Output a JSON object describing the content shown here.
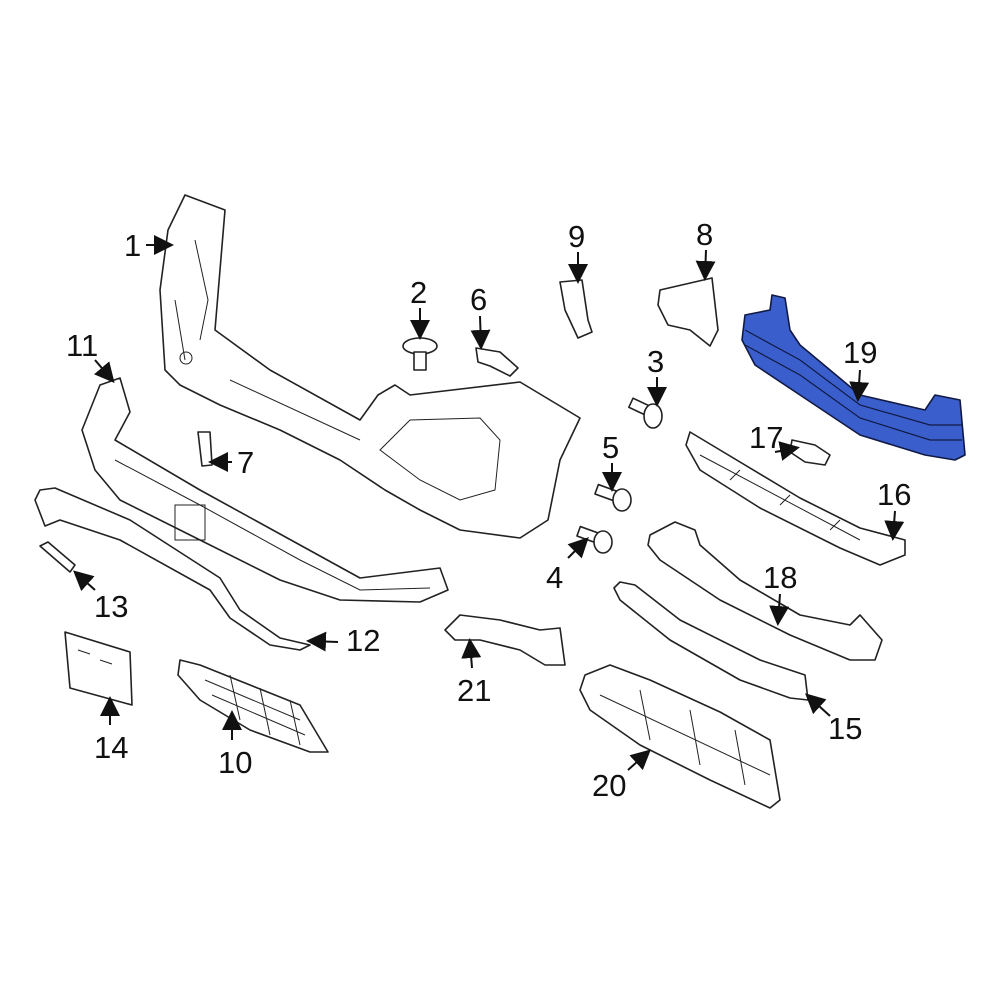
{
  "diagram": {
    "highlight_color": "#3a5fcc",
    "highlighted_part": "19",
    "callouts": [
      "1",
      "2",
      "3",
      "4",
      "5",
      "6",
      "7",
      "8",
      "9",
      "10",
      "11",
      "12",
      "13",
      "14",
      "15",
      "16",
      "17",
      "18",
      "19",
      "20",
      "21"
    ]
  }
}
